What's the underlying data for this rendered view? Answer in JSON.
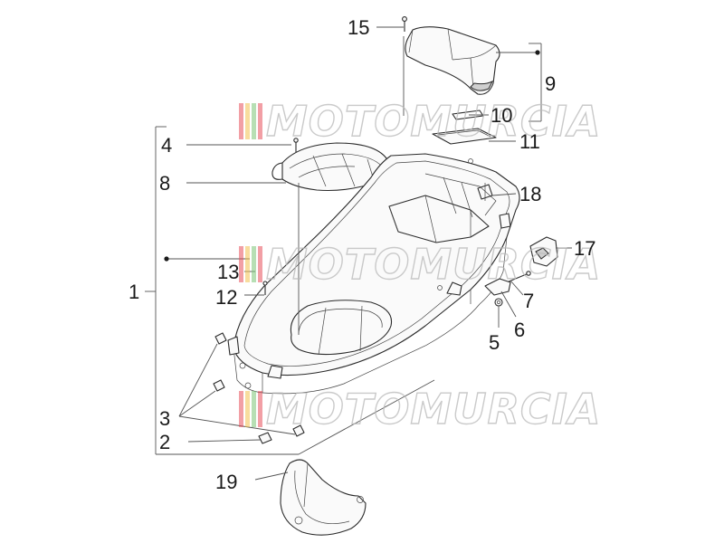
{
  "watermark": {
    "text": "MOTOMURCIA",
    "stripe_colors": [
      "#e8505b",
      "#f2c14e",
      "#7cc576",
      "#e8505b"
    ]
  },
  "callouts": [
    {
      "id": "1",
      "label": "1"
    },
    {
      "id": "2",
      "label": "2"
    },
    {
      "id": "3",
      "label": "3"
    },
    {
      "id": "4",
      "label": "4"
    },
    {
      "id": "5",
      "label": "5"
    },
    {
      "id": "6",
      "label": "6"
    },
    {
      "id": "7",
      "label": "7"
    },
    {
      "id": "8",
      "label": "8"
    },
    {
      "id": "9",
      "label": "9"
    },
    {
      "id": "10",
      "label": "10"
    },
    {
      "id": "11",
      "label": "11"
    },
    {
      "id": "12",
      "label": "12"
    },
    {
      "id": "13",
      "label": "13"
    },
    {
      "id": "15",
      "label": "15"
    },
    {
      "id": "17",
      "label": "17"
    },
    {
      "id": "18",
      "label": "18"
    },
    {
      "id": "19",
      "label": "19"
    }
  ]
}
